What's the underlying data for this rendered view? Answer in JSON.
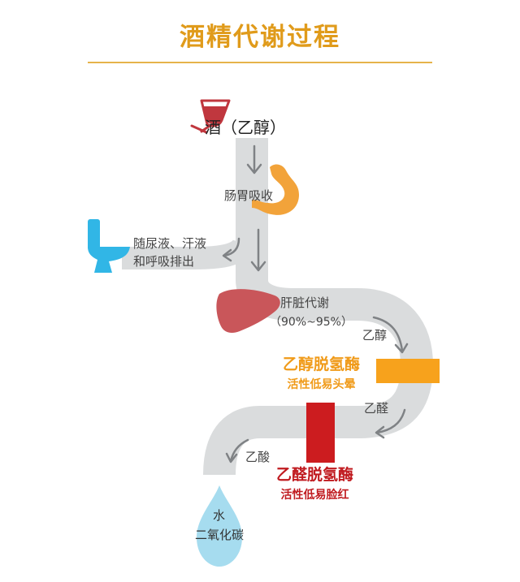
{
  "title": "酒精代谢过程",
  "colors": {
    "title": "#e09b1b",
    "rule": "#e6b34a",
    "pipe": "#dadcdd",
    "arrow": "#7f8285",
    "wine": "#c0373e",
    "stomach": "#f2a33a",
    "liver": "#c9565a",
    "toilet": "#31b6e6",
    "adh_bar": "#f7a21c",
    "adh_text": "#f09a18",
    "aldh_bar": "#cc1c1f",
    "aldh_text": "#c01a1f",
    "drop": "#a6dcef"
  },
  "labels": {
    "wine": "酒（乙醇）",
    "absorb": "肠胃吸收",
    "excrete_1": "随尿液、汗液",
    "excrete_2": "和呼吸排出",
    "liver_1": "肝脏代谢",
    "liver_2": "（90%~95%）",
    "ethanol": "乙醇",
    "acetaldehyde": "乙醛",
    "acetic": "乙酸",
    "end_1": "水",
    "end_2": "二氧化碳"
  },
  "enzymes": {
    "adh_name": "乙醇脱氢酶",
    "adh_note": "活性低易头晕",
    "aldh_name": "乙醛脱氢酶",
    "aldh_note": "活性低易脸红"
  }
}
